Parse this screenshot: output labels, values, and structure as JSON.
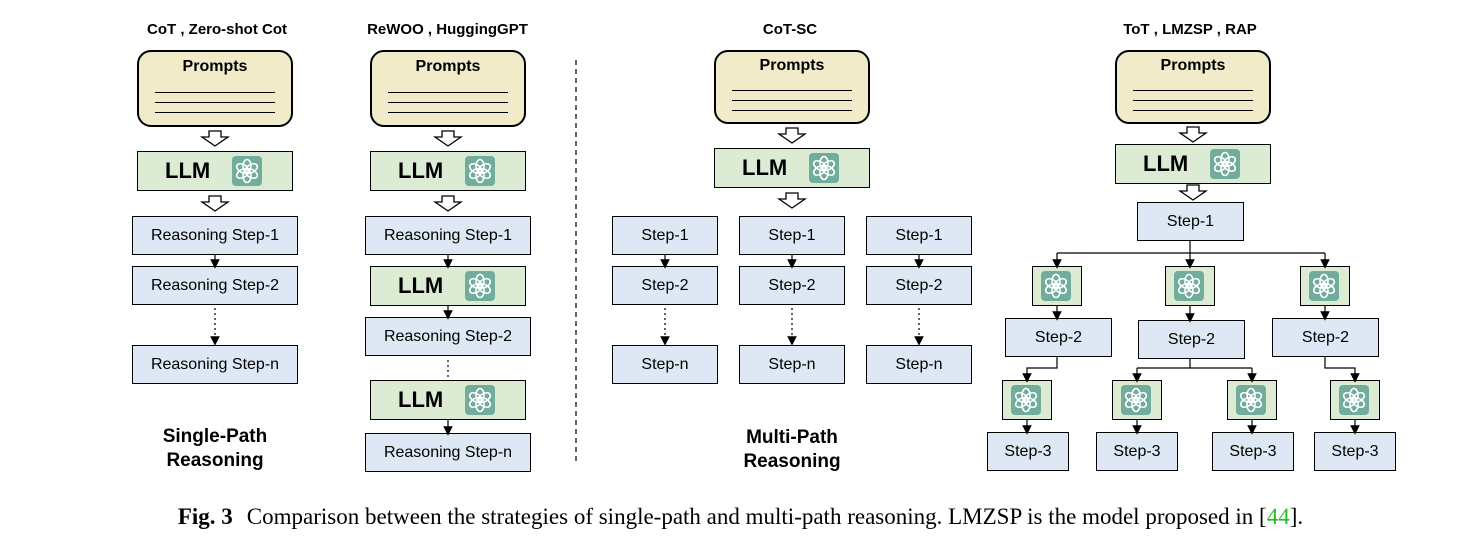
{
  "colors": {
    "prompt_fill": "#f1ebca",
    "llm_fill": "#dcebd4",
    "step_fill": "#dde8f4",
    "gpt_icon": "#72ac9c",
    "ref_link": "#21c021"
  },
  "columns": {
    "col1": {
      "title": "CoT , Zero-shot Cot"
    },
    "col2": {
      "title": "ReWOO , HuggingGPT"
    },
    "col3": {
      "title": "CoT-SC"
    },
    "col4": {
      "title": "ToT , LMZSP , RAP"
    }
  },
  "labels": {
    "prompts": "Prompts",
    "llm": "LLM",
    "reasoning_step_1": "Reasoning Step-1",
    "reasoning_step_2": "Reasoning Step-2",
    "reasoning_step_n": "Reasoning Step-n",
    "step_1": "Step-1",
    "step_2": "Step-2",
    "step_3": "Step-3",
    "step_n": "Step-n"
  },
  "group_labels": {
    "single_path_line1": "Single-Path",
    "single_path_line2": "Reasoning",
    "multi_path_line1": "Multi-Path",
    "multi_path_line2": "Reasoning"
  },
  "caption": {
    "fig": "Fig. 3",
    "text": "Comparison between the strategies of single-path and multi-path reasoning. LMZSP is the model proposed in ",
    "ref_open": "[",
    "ref": "44",
    "ref_close": "]."
  }
}
